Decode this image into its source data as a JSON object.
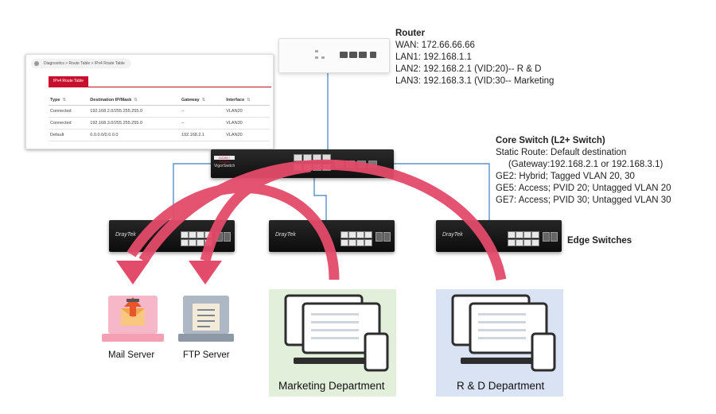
{
  "route_table": {
    "breadcrumb": "Diagnostics > Route Table > IPv4 Route Table",
    "tab": "IPv4 Route Table",
    "headers": [
      "Type",
      "Destination IP/Mask",
      "Gateway",
      "Interface"
    ],
    "rows": [
      [
        "Connected",
        "192.168.2.0/255.255.255.0",
        "--",
        "VLAN20"
      ],
      [
        "Connected",
        "192.168.3.0/255.255.255.0",
        "--",
        "VLAN30"
      ],
      [
        "Default",
        "0.0.0.0/0.0.0.0",
        "192.168.2.1",
        "VLAN20"
      ]
    ]
  },
  "router": {
    "title": "Router",
    "lines": [
      "WAN: 172.66.66.66",
      "LAN1: 192.168.1.1",
      "LAN2: 192.168.2.1 (VID:20)-- R & D",
      "LAN3: 192.168.3.1 (VID:30-- Marketing"
    ]
  },
  "core_switch": {
    "title": "Core Switch (L2+ Switch)",
    "lines": [
      "Static Route: Default destination",
      "     (Gateway:192.168.2.1 or 192.168.3.1)",
      "GE2: Hybrid; Tagged VLAN 20, 30",
      "GE5: Access; PVID 20; Untagged VLAN 20",
      "GE7: Access; PVID 30; Untagged VLAN 30"
    ],
    "model": "VigorSwitch",
    "badge": "G2280 / G2282x"
  },
  "edge_switches": {
    "label": "Edge Switches",
    "brand": "DrayTek"
  },
  "servers": {
    "mail": "Mail Server",
    "ftp": "FTP Server"
  },
  "departments": {
    "marketing": "Marketing Department",
    "rnd": "R & D Department"
  },
  "colors": {
    "arrow": "#e34b6a",
    "link": "#3d7fc1",
    "marketing_bg": "#e2efda",
    "rnd_bg": "#dae3f3",
    "route_table_accent": "#c8102e"
  }
}
